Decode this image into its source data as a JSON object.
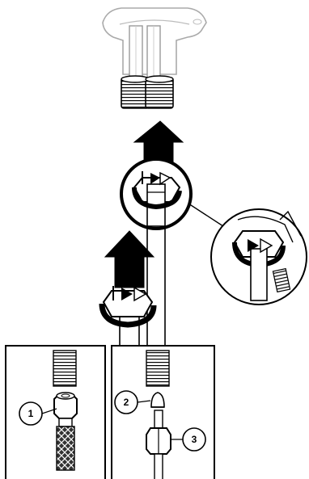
{
  "diagram": {
    "callouts": [
      "1",
      "2",
      "3"
    ],
    "icons": [
      "faucet-base-icon",
      "shank-threads-icon",
      "tighten-arrow-icon",
      "rotation-arrow-icon",
      "supply-tube-icon",
      "braided-hose-icon",
      "compression-nut-icon",
      "ferrule-icon",
      "magnifier-circle-icon"
    ]
  }
}
